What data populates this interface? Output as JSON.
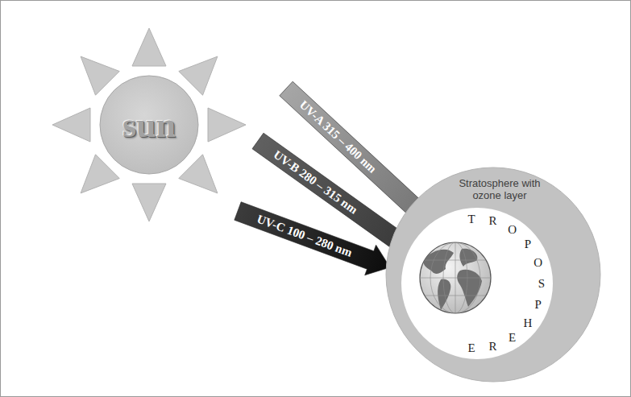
{
  "diagram": {
    "nodes": [
      {
        "text": [
          "sun"
        ]
      },
      {
        "text": [
          "UV-A 315 – 400 nm"
        ]
      },
      {
        "text": [
          "UV-B 280 – 315 nm"
        ]
      },
      {
        "text": [
          "UV-C 100 – 280 nm"
        ]
      },
      {
        "text": [
          "Stratosphere with ozone layer"
        ]
      },
      {
        "text": [
          "TROPOSPHERE"
        ],
        "in": 4
      }
    ]
  }
}
